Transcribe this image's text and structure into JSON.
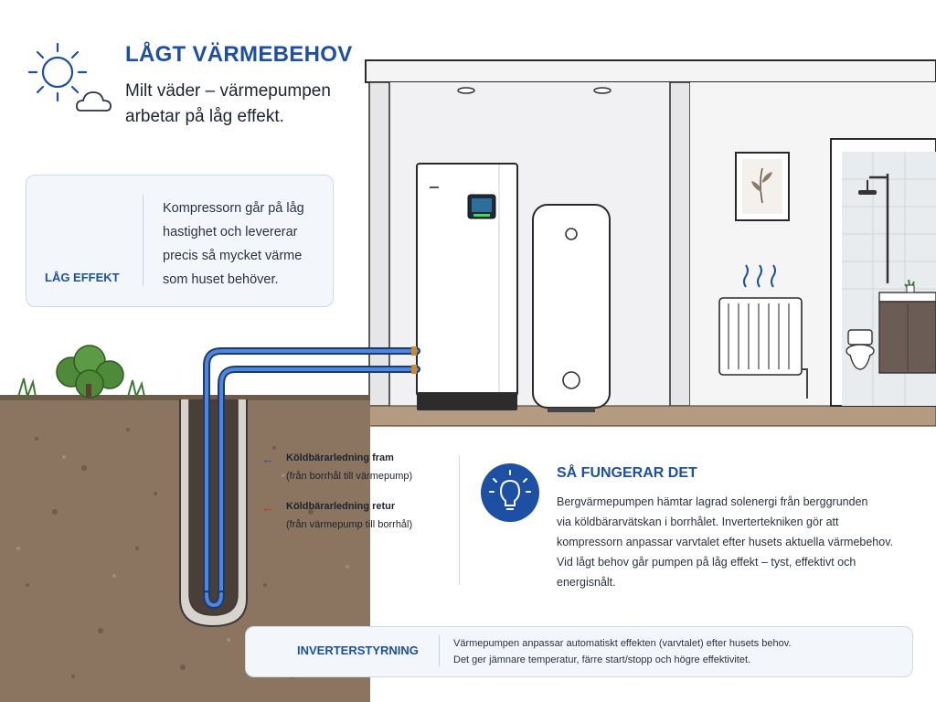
{
  "header": {
    "title": "LÅGT VÄRMEBEHOV",
    "subtitle_line1": "Milt väder – värmepumpen",
    "subtitle_line2": "arbetar på låg effekt."
  },
  "effect_card": {
    "gauge_label": "LÅG EFFEKT",
    "text_line1": "Kompressorn går på låg",
    "text_line2": "hastighet och levererar",
    "text_line3": "precis så mycket värme",
    "text_line4": "som huset behöver."
  },
  "pipes": {
    "fram_title": "Köldbärarledning fram",
    "fram_sub": "(från borrhål till värmepump)",
    "retur_title": "Köldbärarledning retur",
    "retur_sub": "(från värmepump till borrhål)"
  },
  "how_it_works": {
    "title": "SÅ FUNGERAR DET",
    "line1": "Bergvärmepumpen hämtar lagrad solenergi från berggrunden",
    "line2": "via köldbärarvätskan i borrhålet. Invertertekniken gör att",
    "line3": "kompressorn anpassar varvtalet efter husets aktuella värmebehov.",
    "line4": "Vid lågt behov går pumpen på låg effekt – tyst, effektivt och",
    "line5": "energisnålt."
  },
  "info_box": {
    "title": "INVERTERSTYRNING",
    "line1": "Värmepumpen anpassar automatiskt effekten (varvtalet) efter husets behov.",
    "line2": "Det ger jämnare temperatur, färre start/stopp och högre effektivitet."
  },
  "colors": {
    "accent_blue": "#1d4fa3",
    "return_red": "#c62a2a",
    "soil": "#8b7560",
    "grass": "#4f8a3a"
  },
  "icons": [
    "sun-icon",
    "cloud-icon",
    "gauge-icon",
    "lightbulb-icon",
    "info-icon",
    "arrow-left-icon"
  ]
}
